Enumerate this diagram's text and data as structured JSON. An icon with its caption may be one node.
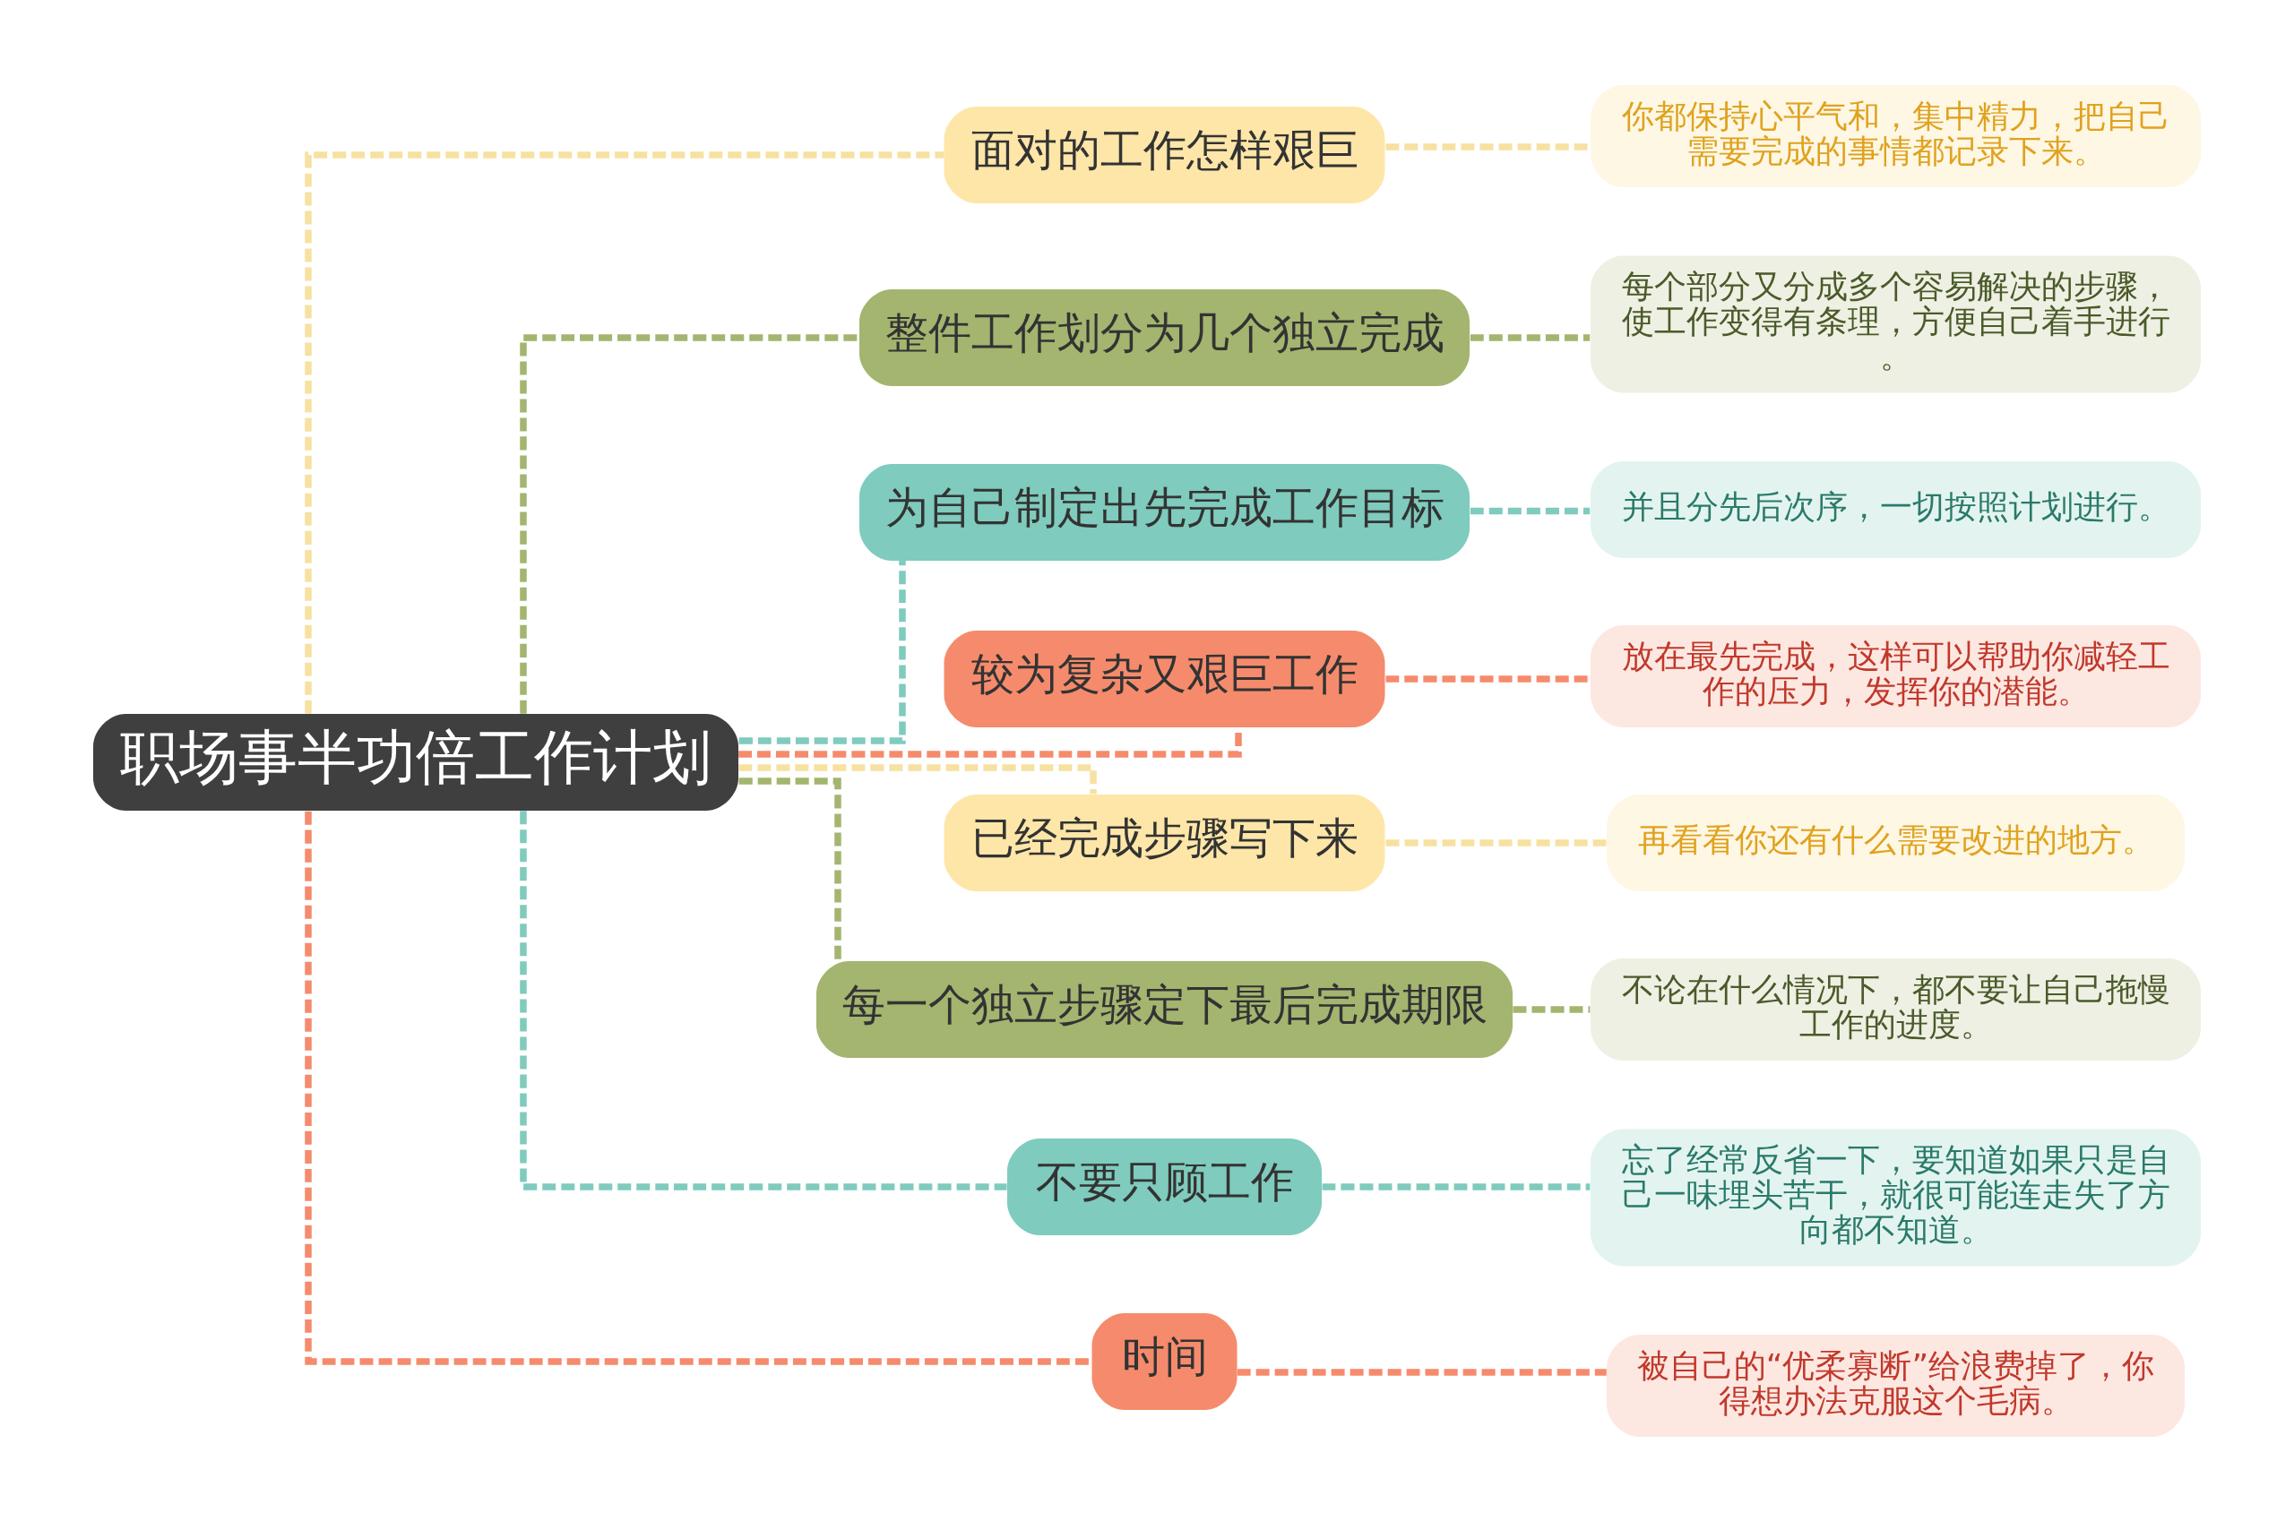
{
  "diagram": {
    "nodes": [
      {
        "text": [
          "职场事半功倍工作计划"
        ]
      },
      {
        "text": [
          "面对的工作怎样艰巨"
        ]
      },
      {
        "text": [
          "整件工作划分为几个独立完成"
        ]
      },
      {
        "text": [
          "为自己制定出先完成工作目标"
        ]
      },
      {
        "text": [
          "较为复杂又艰巨工作"
        ]
      },
      {
        "text": [
          "已经完成步骤写下来"
        ]
      },
      {
        "text": [
          "每一个独立步骤定下最后完成期限"
        ]
      },
      {
        "text": [
          "不要只顾工作"
        ]
      },
      {
        "text": [
          "时间"
        ]
      },
      {
        "text": [
          "你都保持心平气和，集中精力，把自己需要完成的事情都记录下来。"
        ]
      },
      {
        "text": [
          "每个部分又分成多个容易解决的步骤，使工作变得有条理，方便自己着手进行。"
        ]
      },
      {
        "text": [
          "并且分先后次序，一切按照计划进行。"
        ]
      },
      {
        "text": [
          "放在最先完成，这样可以帮助你减轻工作的压力，发挥你的潜能。"
        ]
      },
      {
        "text": [
          "再看看你还有什么需要改进的地方。"
        ]
      },
      {
        "text": [
          "不论在什么情况下，都不要让自己拖慢工作的进度。"
        ]
      },
      {
        "text": [
          "忘了经常反省一下，要知道如果只是自己一味埋头苦干，就很可能连走失了方向都不知道。"
        ]
      },
      {
        "text": [
          "被自己的“优柔寡断”给浪费掉了，你得想办法克服这个毛病。"
        ]
      }
    ],
    "edges": [
      {
        "from": 0,
        "to": 1,
        "arrow": "none",
        "style": "dashed",
        "color": "#f7e1a0"
      },
      {
        "from": 0,
        "to": 2,
        "arrow": "none",
        "style": "dashed",
        "color": "#a3b56f"
      },
      {
        "from": 0,
        "to": 3,
        "arrow": "none",
        "style": "dashed",
        "color": "#7fcbbd"
      },
      {
        "from": 0,
        "to": 4,
        "arrow": "none",
        "style": "dashed",
        "color": "#f58b6c"
      },
      {
        "from": 0,
        "to": 5,
        "arrow": "none",
        "style": "dashed",
        "color": "#f7e1a0"
      },
      {
        "from": 0,
        "to": 6,
        "arrow": "none",
        "style": "dashed",
        "color": "#a3b56f"
      },
      {
        "from": 0,
        "to": 7,
        "arrow": "none",
        "style": "dashed",
        "color": "#7fcbbd"
      },
      {
        "from": 0,
        "to": 8,
        "arrow": "none",
        "style": "dashed",
        "color": "#f58b6c"
      },
      {
        "from": 1,
        "to": 9,
        "arrow": "none",
        "style": "dashed",
        "color": "#f7e1a0"
      },
      {
        "from": 2,
        "to": 10,
        "arrow": "none",
        "style": "dashed",
        "color": "#a3b56f"
      },
      {
        "from": 3,
        "to": 11,
        "arrow": "none",
        "style": "dashed",
        "color": "#7fcbbd"
      },
      {
        "from": 4,
        "to": 12,
        "arrow": "none",
        "style": "dashed",
        "color": "#f58b6c"
      },
      {
        "from": 5,
        "to": 13,
        "arrow": "none",
        "style": "dashed",
        "color": "#f7e1a0"
      },
      {
        "from": 6,
        "to": 14,
        "arrow": "none",
        "style": "dashed",
        "color": "#a3b56f"
      },
      {
        "from": 7,
        "to": 15,
        "arrow": "none",
        "style": "dashed",
        "color": "#7fcbbd"
      },
      {
        "from": 8,
        "to": 16,
        "arrow": "none",
        "style": "dashed",
        "color": "#f58b6c"
      }
    ]
  }
}
